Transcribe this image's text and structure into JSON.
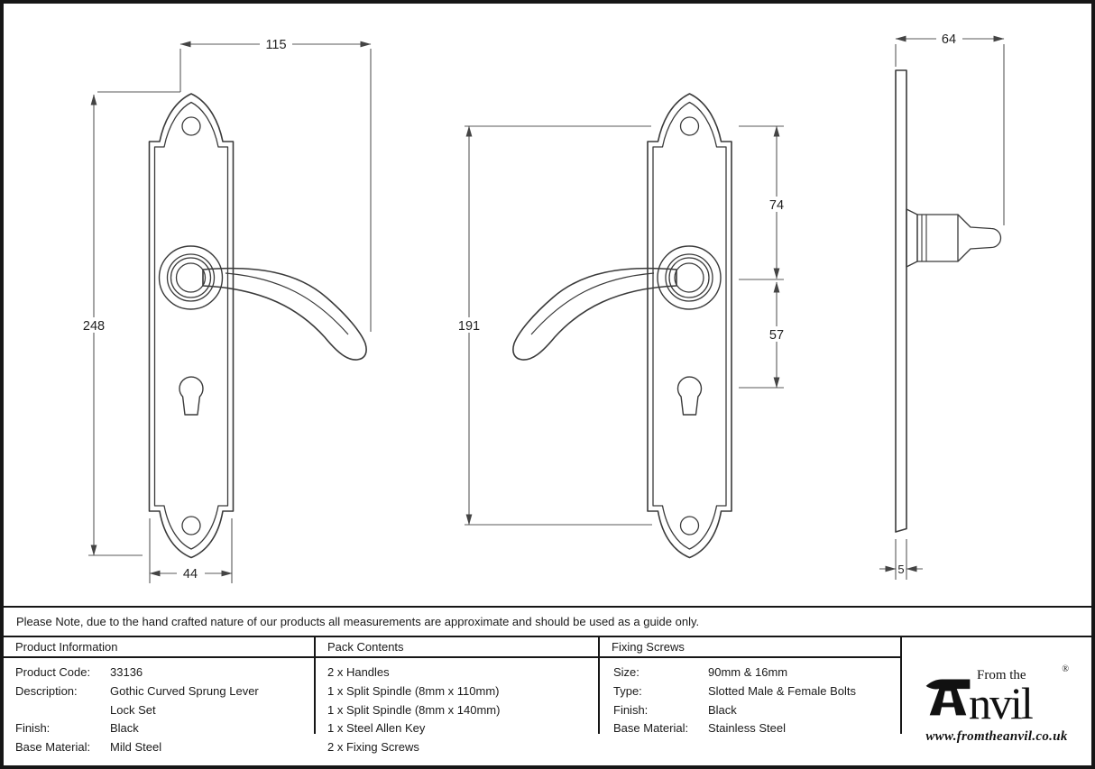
{
  "drawing": {
    "dimensions": {
      "lever_width": "115",
      "plate_height": "248",
      "plate_width": "44",
      "fixing_centres": "191",
      "fixing_to_spindle": "74",
      "spindle_to_keyhole": "57",
      "projection": "64",
      "plate_thickness": "5"
    }
  },
  "note": "Please Note, due to the hand crafted nature of our products all measurements are approximate and should be used as a guide only.",
  "tables": {
    "product_information": {
      "title": "Product Information",
      "rows": [
        {
          "label": "Product Code:",
          "value": "33136"
        },
        {
          "label": "Description:",
          "value": "Gothic Curved Sprung Lever"
        },
        {
          "label": "",
          "value": "Lock Set"
        },
        {
          "label": "Finish:",
          "value": "Black"
        },
        {
          "label": "Base Material:",
          "value": "Mild Steel"
        }
      ]
    },
    "pack_contents": {
      "title": "Pack Contents",
      "items": [
        "2 x Handles",
        "1 x Split Spindle (8mm x 110mm)",
        "1 x Split Spindle (8mm x 140mm)",
        "1 x Steel Allen Key",
        "2 x Fixing Screws"
      ]
    },
    "fixing_screws": {
      "title": "Fixing Screws",
      "rows": [
        {
          "label": "Size:",
          "value": "90mm & 16mm"
        },
        {
          "label": "Type:",
          "value": "Slotted Male & Female Bolts"
        },
        {
          "label": "Finish:",
          "value": "Black"
        },
        {
          "label": "Base Material:",
          "value": "Stainless Steel"
        }
      ]
    }
  },
  "logo": {
    "tagline": "From the",
    "word": "nvil",
    "registered": "®",
    "url": "www.fromtheanvil.co.uk"
  }
}
